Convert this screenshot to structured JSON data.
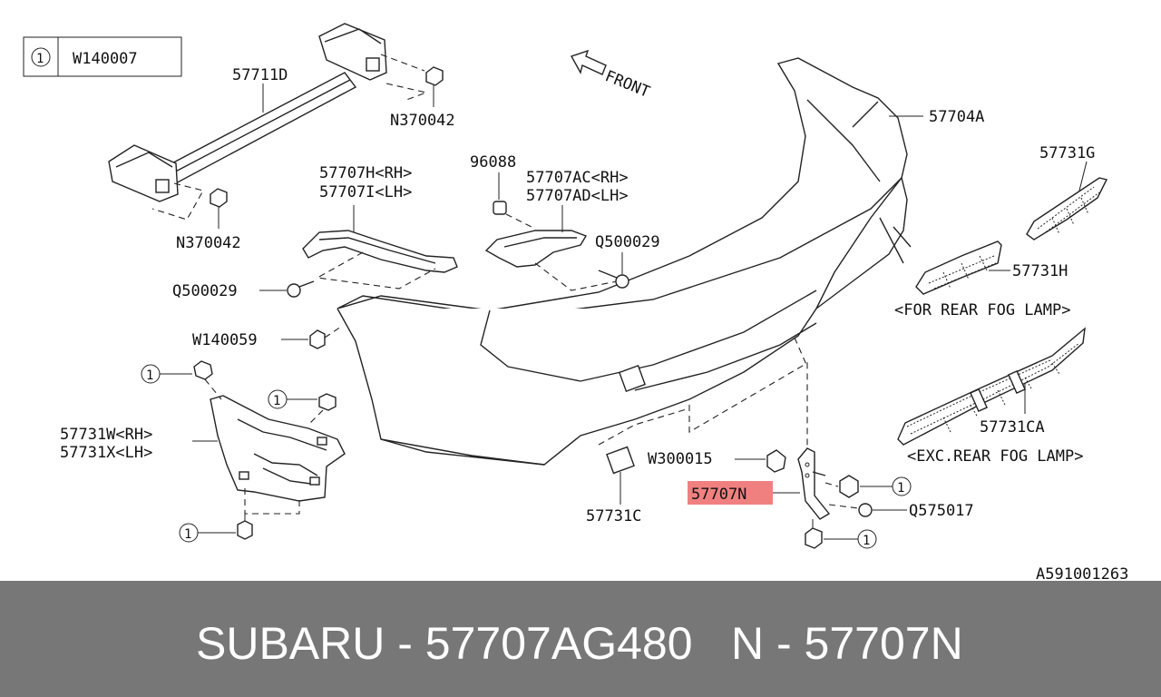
{
  "legend": {
    "circle": "1",
    "code": "W140007"
  },
  "labels": {
    "beam": "57711D",
    "nut_right": "N370042",
    "nut_left": "N370042",
    "bumper": "57704A",
    "grille_g": "57731G",
    "grille_h": "57731H",
    "note_fog": "<FOR REAR FOG LAMP>",
    "grille_ca": "57731CA",
    "note_exc": "<EXC.REAR FOG LAMP>",
    "bracket_h": "57707H<RH>",
    "bracket_i": "57707I<LH>",
    "clip_96088": "96088",
    "bracket_ac": "57707AC<RH>",
    "bracket_ad": "57707AD<LH>",
    "screw_q1": "Q500029",
    "screw_q2": "Q500029",
    "clip_w140059": "W140059",
    "guard_w": "57731W<RH>",
    "guard_x": "57731X<LH>",
    "clip_w300015": "W300015",
    "bracket_n": "57707N",
    "cover_c": "57731C",
    "screw_q575017": "Q575017",
    "ref_code": "A591001263",
    "front": "FRONT",
    "circle_a": "1",
    "circle_b": "1",
    "circle_c": "1",
    "circle_d": "1",
    "circle_e": "1"
  },
  "highlight_color": "#f08080",
  "footer": {
    "left": "SUBARU - 57707AG480",
    "right": "N - 57707N"
  }
}
